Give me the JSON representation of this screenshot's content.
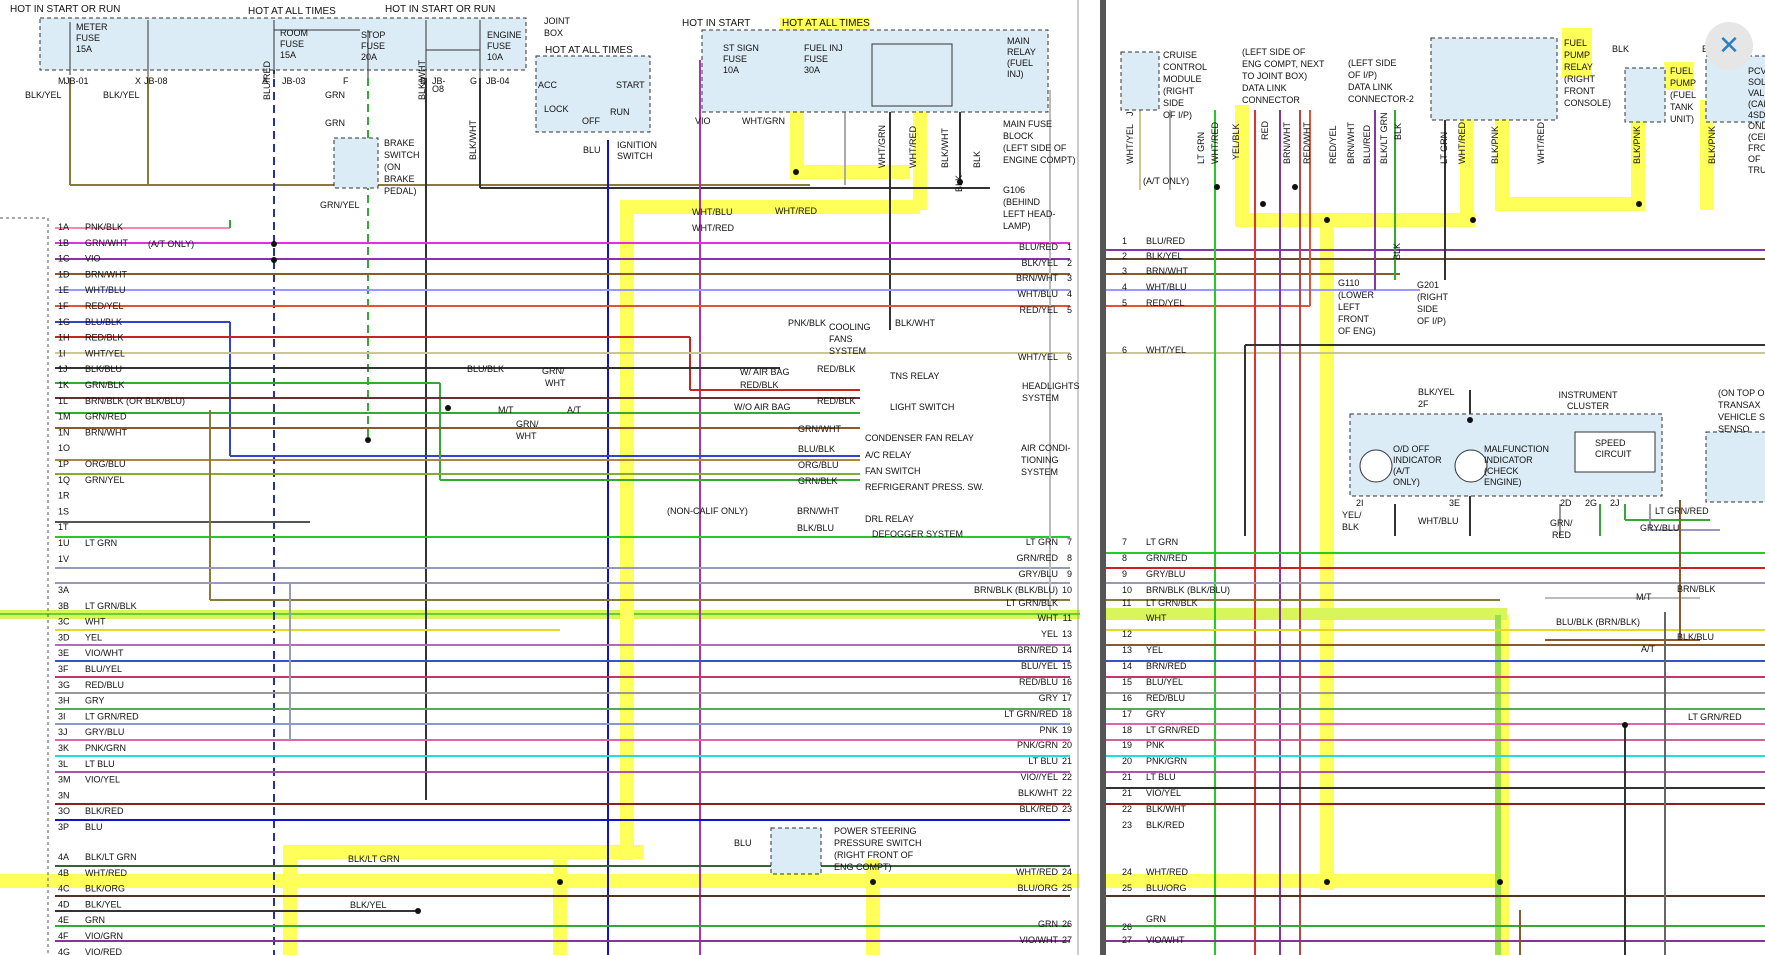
{
  "close_glyph": "✕",
  "header": {
    "hot_start_run_1": "HOT IN START OR RUN",
    "hot_at_all_times_1": "HOT AT ALL TIMES",
    "hot_start_run_2": "HOT IN START OR RUN",
    "hot_in_start": "HOT IN START",
    "hot_at_all_times_2": "HOT AT ALL TIMES",
    "hot_at_all_times_3": "HOT AT ALL TIMES"
  },
  "boxes": {
    "joint_box": [
      "JOINT",
      "BOX"
    ],
    "meter_fuse": [
      "METER",
      "FUSE",
      "15A"
    ],
    "room_fuse": [
      "ROOM",
      "FUSE",
      "15A"
    ],
    "stop_fuse": [
      "STOP",
      "FUSE",
      "20A"
    ],
    "engine_fuse": [
      "ENGINE",
      "FUSE",
      "10A"
    ],
    "st_sign_fuse": [
      "ST SIGN",
      "FUSE",
      "10A"
    ],
    "fuel_inj_fuse": [
      "FUEL INJ",
      "FUSE",
      "30A"
    ],
    "main_relay": [
      "MAIN",
      "RELAY",
      "(FUEL",
      "INJ)"
    ],
    "main_fuse_block": [
      "MAIN FUSE",
      "BLOCK",
      "(LEFT SIDE OF",
      "ENGINE COMPT)"
    ],
    "ignition_switch": [
      "IGNITION",
      "SWITCH"
    ],
    "ign_positions": [
      "ACC",
      "LOCK",
      "OFF",
      "START",
      "RUN"
    ],
    "brake_switch": [
      "BRAKE",
      "SWITCH",
      "(ON",
      "BRAKE",
      "PEDAL)"
    ],
    "g106": [
      "G106",
      "(BEHIND",
      "LEFT HEAD-",
      "LAMP)"
    ],
    "cruise_module": [
      "CRUISE",
      "CONTROL",
      "MODULE",
      "(RIGHT",
      "SIDE",
      "OF I/P)"
    ],
    "dlc1": [
      "(LEFT SIDE OF",
      "ENG COMPT, NEXT",
      "TO JOINT BOX)",
      "DATA LINK",
      "CONNECTOR"
    ],
    "dlc2": [
      "(LEFT SIDE",
      "OF I/P)",
      "DATA LINK",
      "CONNECTOR-2"
    ],
    "fuel_pump_relay": [
      "FUEL",
      "PUMP",
      "RELAY",
      "(RIGHT",
      "FRONT",
      "CONSOLE)"
    ],
    "fuel_pump": [
      "FUEL",
      "PUMP",
      "(FUEL",
      "TANK",
      "UNIT)"
    ],
    "pcv": [
      "PCV",
      "SOL",
      "VAL",
      "(CAL",
      "4SD",
      "ONL",
      "(CEN",
      "FRO",
      "OF",
      "TRU"
    ],
    "g110": [
      "G110",
      "(LOWER",
      "LEFT",
      "FRONT",
      "OF ENG)"
    ],
    "g201": [
      "G201",
      "(RIGHT",
      "SIDE",
      "OF I/P)"
    ],
    "instrument_cluster": [
      "INSTRUMENT",
      "CLUSTER"
    ],
    "od_off": [
      "O/D OFF",
      "INDICATOR",
      "(A/T",
      "ONLY)"
    ],
    "malfunction": [
      "MALFUNCTION",
      "INDICATOR",
      "(CHECK",
      "ENGINE)"
    ],
    "speed_circuit": [
      "SPEED",
      "CIRCUIT"
    ],
    "vss": [
      "(ON TOP O",
      "TRANSAX",
      "VEHICLE SP",
      "SENSO"
    ],
    "ps_switch": [
      "POWER STEERING",
      "PRESSURE SWITCH",
      "(RIGHT FRONT OF",
      "ENG COMPT)"
    ]
  },
  "junctions": {
    "jb01": "JB-01",
    "jb08": "JB-08",
    "jb03": "JB-03",
    "jb04": "JB-04",
    "jbo8": "JB-",
    "jbo8b": "O8",
    "m": "M",
    "x": "X",
    "a": "A",
    "f": "F",
    "b": "B",
    "g": "G",
    "j": "J",
    "p2f": "2F",
    "p2i": "2I",
    "p3e": "3E",
    "p2d": "2D",
    "p2g": "2G",
    "p2j": "2J"
  },
  "wire_labels": {
    "blk_yel": "BLK/YEL",
    "blk_yel2": "BLK/YEL",
    "blu_red": "BLU/RED",
    "grn": "GRN",
    "grn2": "GRN",
    "blk_wht": "BLK/WHT",
    "blk_wht2": "BLK/WHT",
    "vio": "VIO",
    "wht_grn": "WHT/GRN",
    "blu": "BLU",
    "grn_yel": "GRN/YEL",
    "wht_grn_v": "WHT/GRN",
    "wht_red_v": "WHT/RED",
    "blk_wht_v": "BLK/WHT",
    "blk_v": "BLK",
    "blk_v2": "BLK",
    "wht_blu": "WHT/BLU",
    "wht_red": "WHT/RED",
    "wht_red2": "WHT/RED",
    "pnk_blk": "PNK/BLK",
    "cooling": [
      "COOLING",
      "FANS",
      "SYSTEM"
    ],
    "blk_wht_cf": "BLK/WHT",
    "blu_blk": "BLU/BLK",
    "grn_wht_a": "GRN/",
    "grn_wht_b": "WHT",
    "mt": "M/T",
    "at": "A/T",
    "grn_wht_c": "GRN/",
    "grn_wht_d": "WHT",
    "w_air": "W/ AIR BAG",
    "wo_air": "W/O AIR BAG",
    "red_blk1": "RED/BLK",
    "red_blk2": "RED/BLK",
    "red_blk3": "RED/BLK",
    "tns": "TNS RELAY",
    "light_sw": "LIGHT SWITCH",
    "headlights": [
      "HEADLIGHTS",
      "SYSTEM"
    ],
    "ac_1": "GRN/WHT",
    "ac_2": "BLU/BLK",
    "ac_3": "ORG/BLU",
    "ac_4": "GRN/BLK",
    "cond": "CONDENSER FAN RELAY",
    "ac_relay": "A/C RELAY",
    "fan_sw": "FAN SWITCH",
    "refr": "REFRIGERANT PRESS. SW.",
    "ac_sys": [
      "AIR CONDI-",
      "TIONING",
      "SYSTEM"
    ],
    "non_calif": "(NON-CALIF ONLY)",
    "brn_wht": "BRN/WHT",
    "blk_blu": "BLK/BLU",
    "drl": "DRL RELAY",
    "defog": "DEFOGGER SYSTEM",
    "at_only": "(A/T ONLY)",
    "blk_ltgrn": "BLK/LT GRN",
    "blk_yel3": "BLK/YEL",
    "blu_ps": "BLU",
    "at_only2": "(A/T ONLY)",
    "r_wht_yel": "WHT/YEL",
    "r_wht_red": "WHT/RED",
    "r_yel_blk": "YEL/BLK",
    "r_lt_grn": "LT GRN",
    "r_red": "RED",
    "r_brn_wht": "BRN/WHT",
    "r_red_wht": "RED/WHT",
    "r_red_yel": "RED/YEL",
    "r_brn_wht2": "BRN/WHT",
    "r_blu_red": "BLU/RED",
    "r_blk_ltgrn": "BLK/LT GRN",
    "r_blk": "BLK",
    "r_ltgrn2": "LT GRN",
    "r_wht_red2": "WHT/RED",
    "r_blk_pnk": "BLK/PNK",
    "r_wht_red3": "WHT/RED",
    "r_blk_pnk2": "BLK/PNK",
    "r_blk_pnk3": "BLK/PNK",
    "r_blk_top": "BLK",
    "r_blk_top2": "BLK",
    "r_blk_g": "BLK",
    "r_blk_yel": "BLK/YEL",
    "r_yel_blk2": "YEL/",
    "r_yel_blk3": "BLK",
    "r_wht_blu": "WHT/BLU",
    "r_grn_red": "GRN/",
    "r_grn_red2": "RED",
    "r_ltgrn_red": "LT GRN/RED",
    "r_gry_blu": "GRY/BLU",
    "r_mt": "M/T",
    "r_at": "A/T",
    "r_brn_blk": "BRN/BLK",
    "r_blu_blk": "BLU/BLK (BRN/BLK)",
    "r_blk_blu": "BLK/BLU",
    "r_ltgrn_red2": "LT GRN/RED"
  },
  "pins_left": [
    {
      "pin": "1A",
      "wire": "PNK/BLK"
    },
    {
      "pin": "1B",
      "wire": "GRN/WHT"
    },
    {
      "pin": "1C",
      "wire": "VIO"
    },
    {
      "pin": "1D",
      "wire": "BRN/WHT"
    },
    {
      "pin": "1E",
      "wire": "WHT/BLU"
    },
    {
      "pin": "1F",
      "wire": "RED/YEL"
    },
    {
      "pin": "1G",
      "wire": "BLU/BLK"
    },
    {
      "pin": "1H",
      "wire": "RED/BLK"
    },
    {
      "pin": "1I",
      "wire": "WHT/YEL"
    },
    {
      "pin": "1J",
      "wire": "BLK/BLU"
    },
    {
      "pin": "1K",
      "wire": "GRN/BLK"
    },
    {
      "pin": "1L",
      "wire": "BRN/BLK (OR BLK/BLU)"
    },
    {
      "pin": "1M",
      "wire": "GRN/RED"
    },
    {
      "pin": "1N",
      "wire": "BRN/WHT"
    },
    {
      "pin": "1O",
      "wire": ""
    },
    {
      "pin": "1P",
      "wire": "ORG/BLU"
    },
    {
      "pin": "1Q",
      "wire": "GRN/YEL"
    },
    {
      "pin": "1R",
      "wire": ""
    },
    {
      "pin": "1S",
      "wire": ""
    },
    {
      "pin": "1T",
      "wire": ""
    },
    {
      "pin": "1U",
      "wire": "LT GRN"
    },
    {
      "pin": "1V",
      "wire": ""
    },
    {
      "pin": "3A",
      "wire": ""
    },
    {
      "pin": "3B",
      "wire": "LT GRN/BLK"
    },
    {
      "pin": "3C",
      "wire": "WHT"
    },
    {
      "pin": "3D",
      "wire": "YEL"
    },
    {
      "pin": "3E",
      "wire": "VIO/WHT"
    },
    {
      "pin": "3F",
      "wire": "BLU/YEL"
    },
    {
      "pin": "3G",
      "wire": "RED/BLU"
    },
    {
      "pin": "3H",
      "wire": "GRY"
    },
    {
      "pin": "3I",
      "wire": "LT GRN/RED"
    },
    {
      "pin": "3J",
      "wire": "GRY/BLU"
    },
    {
      "pin": "3K",
      "wire": "PNK/GRN"
    },
    {
      "pin": "3L",
      "wire": "LT BLU"
    },
    {
      "pin": "3M",
      "wire": "VIO/YEL"
    },
    {
      "pin": "3N",
      "wire": ""
    },
    {
      "pin": "3O",
      "wire": "BLK/RED"
    },
    {
      "pin": "3P",
      "wire": "BLU"
    },
    {
      "pin": "4A",
      "wire": "BLK/LT GRN"
    },
    {
      "pin": "4B",
      "wire": "WHT/RED"
    },
    {
      "pin": "4C",
      "wire": "BLK/ORG"
    },
    {
      "pin": "4D",
      "wire": "BLK/YEL"
    },
    {
      "pin": "4E",
      "wire": "GRN"
    },
    {
      "pin": "4F",
      "wire": "VIO/GRN"
    },
    {
      "pin": "4G",
      "wire": "VIO/RED"
    }
  ],
  "outputs_right": [
    {
      "num": "1",
      "wire": "BLU/RED"
    },
    {
      "num": "2",
      "wire": "BLK/YEL"
    },
    {
      "num": "3",
      "wire": "BRN/WHT"
    },
    {
      "num": "4",
      "wire": "WHT/BLU"
    },
    {
      "num": "5",
      "wire": "RED/YEL"
    },
    {
      "num": "6",
      "wire": "WHT/YEL"
    },
    {
      "num": "7",
      "wire": "LT GRN"
    },
    {
      "num": "8",
      "wire": "GRN/RED"
    },
    {
      "num": "9",
      "wire": "GRY/BLU"
    },
    {
      "num": "10",
      "wire": "BRN/BLK (BLK/BLU)"
    },
    {
      "num": "",
      "wire": "LT GRN/BLK"
    },
    {
      "num": "11",
      "wire": "WHT"
    },
    {
      "num": "13",
      "wire": "YEL"
    },
    {
      "num": "14",
      "wire": "BRN/RED"
    },
    {
      "num": "15",
      "wire": "BLU/YEL"
    },
    {
      "num": "16",
      "wire": "RED/BLU"
    },
    {
      "num": "17",
      "wire": "GRY"
    },
    {
      "num": "18",
      "wire": "LT GRN/RED"
    },
    {
      "num": "19",
      "wire": "PNK"
    },
    {
      "num": "20",
      "wire": "PNK/GRN"
    },
    {
      "num": "21",
      "wire": "LT BLU"
    },
    {
      "num": "22",
      "wire": "VIO//YEL"
    },
    {
      "num": "22",
      "wire": "BLK/WHT"
    },
    {
      "num": "23",
      "wire": "BLK/RED"
    },
    {
      "num": "24",
      "wire": "WHT/RED"
    },
    {
      "num": "25",
      "wire": "BLU/ORG"
    },
    {
      "num": "26",
      "wire": "GRN"
    },
    {
      "num": "27",
      "wire": "VIO/WHT"
    }
  ],
  "inputs_right": [
    {
      "num": "1",
      "wire": "BLU/RED"
    },
    {
      "num": "2",
      "wire": "BLK/YEL"
    },
    {
      "num": "3",
      "wire": "BRN/WHT"
    },
    {
      "num": "4",
      "wire": "WHT/BLU"
    },
    {
      "num": "5",
      "wire": "RED/YEL"
    },
    {
      "num": "6",
      "wire": "WHT/YEL"
    },
    {
      "num": "7",
      "wire": "LT GRN"
    },
    {
      "num": "8",
      "wire": "GRN/RED"
    },
    {
      "num": "9",
      "wire": "GRY/BLU"
    },
    {
      "num": "10",
      "wire": "BRN/BLK (BLK/BLU)"
    },
    {
      "num": "11",
      "wire": "LT GRN/BLK"
    },
    {
      "num": "",
      "wire": "WHT"
    },
    {
      "num": "12",
      "wire": ""
    },
    {
      "num": "13",
      "wire": "YEL"
    },
    {
      "num": "14",
      "wire": "BRN/RED"
    },
    {
      "num": "15",
      "wire": "BLU/YEL"
    },
    {
      "num": "16",
      "wire": "RED/BLU"
    },
    {
      "num": "17",
      "wire": "GRY"
    },
    {
      "num": "18",
      "wire": "LT GRN/RED"
    },
    {
      "num": "19",
      "wire": "PNK"
    },
    {
      "num": "20",
      "wire": "PNK/GRN"
    },
    {
      "num": "21",
      "wire": "LT BLU"
    },
    {
      "num": "21",
      "wire": "VIO/YEL"
    },
    {
      "num": "22",
      "wire": "BLK/WHT"
    },
    {
      "num": "23",
      "wire": "BLK/RED"
    },
    {
      "num": "24",
      "wire": "WHT/RED"
    },
    {
      "num": "25",
      "wire": "BLU/ORG"
    },
    {
      "num": "",
      "wire": "GRN"
    },
    {
      "num": "26",
      "wire": ""
    },
    {
      "num": "27",
      "wire": "VIO/WHT"
    }
  ],
  "colors": {
    "highlight": "#ffff5a",
    "box_fill": "#dcecf7",
    "green_band": "#8ee04a",
    "divider": "#555555",
    "close_bg": "#e6e6e6",
    "close_fg": "#2a7fc0"
  }
}
